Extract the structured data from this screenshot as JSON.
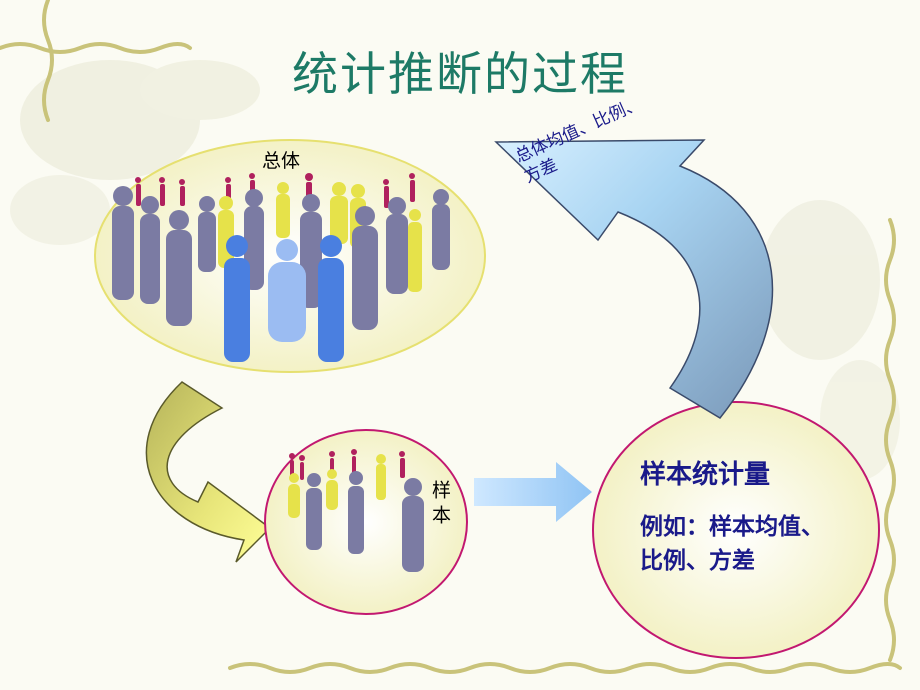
{
  "title": "统计推断的过程",
  "population": {
    "label": "总体"
  },
  "sample": {
    "label": "样本"
  },
  "statistic": {
    "title": "样本统计量",
    "body": "例如：样本均值、比例、方差"
  },
  "parameter_arrow": {
    "label": "总体均值、比例、方差"
  },
  "colors": {
    "title": "#1d7a66",
    "stat_text": "#1a1a8a",
    "ellipse_border": "#c21870",
    "figure_gray": "#7b7ba3",
    "figure_blue": "#4a7fe0",
    "figure_yellow": "#e6e24a",
    "figure_magenta": "#b0215e"
  }
}
